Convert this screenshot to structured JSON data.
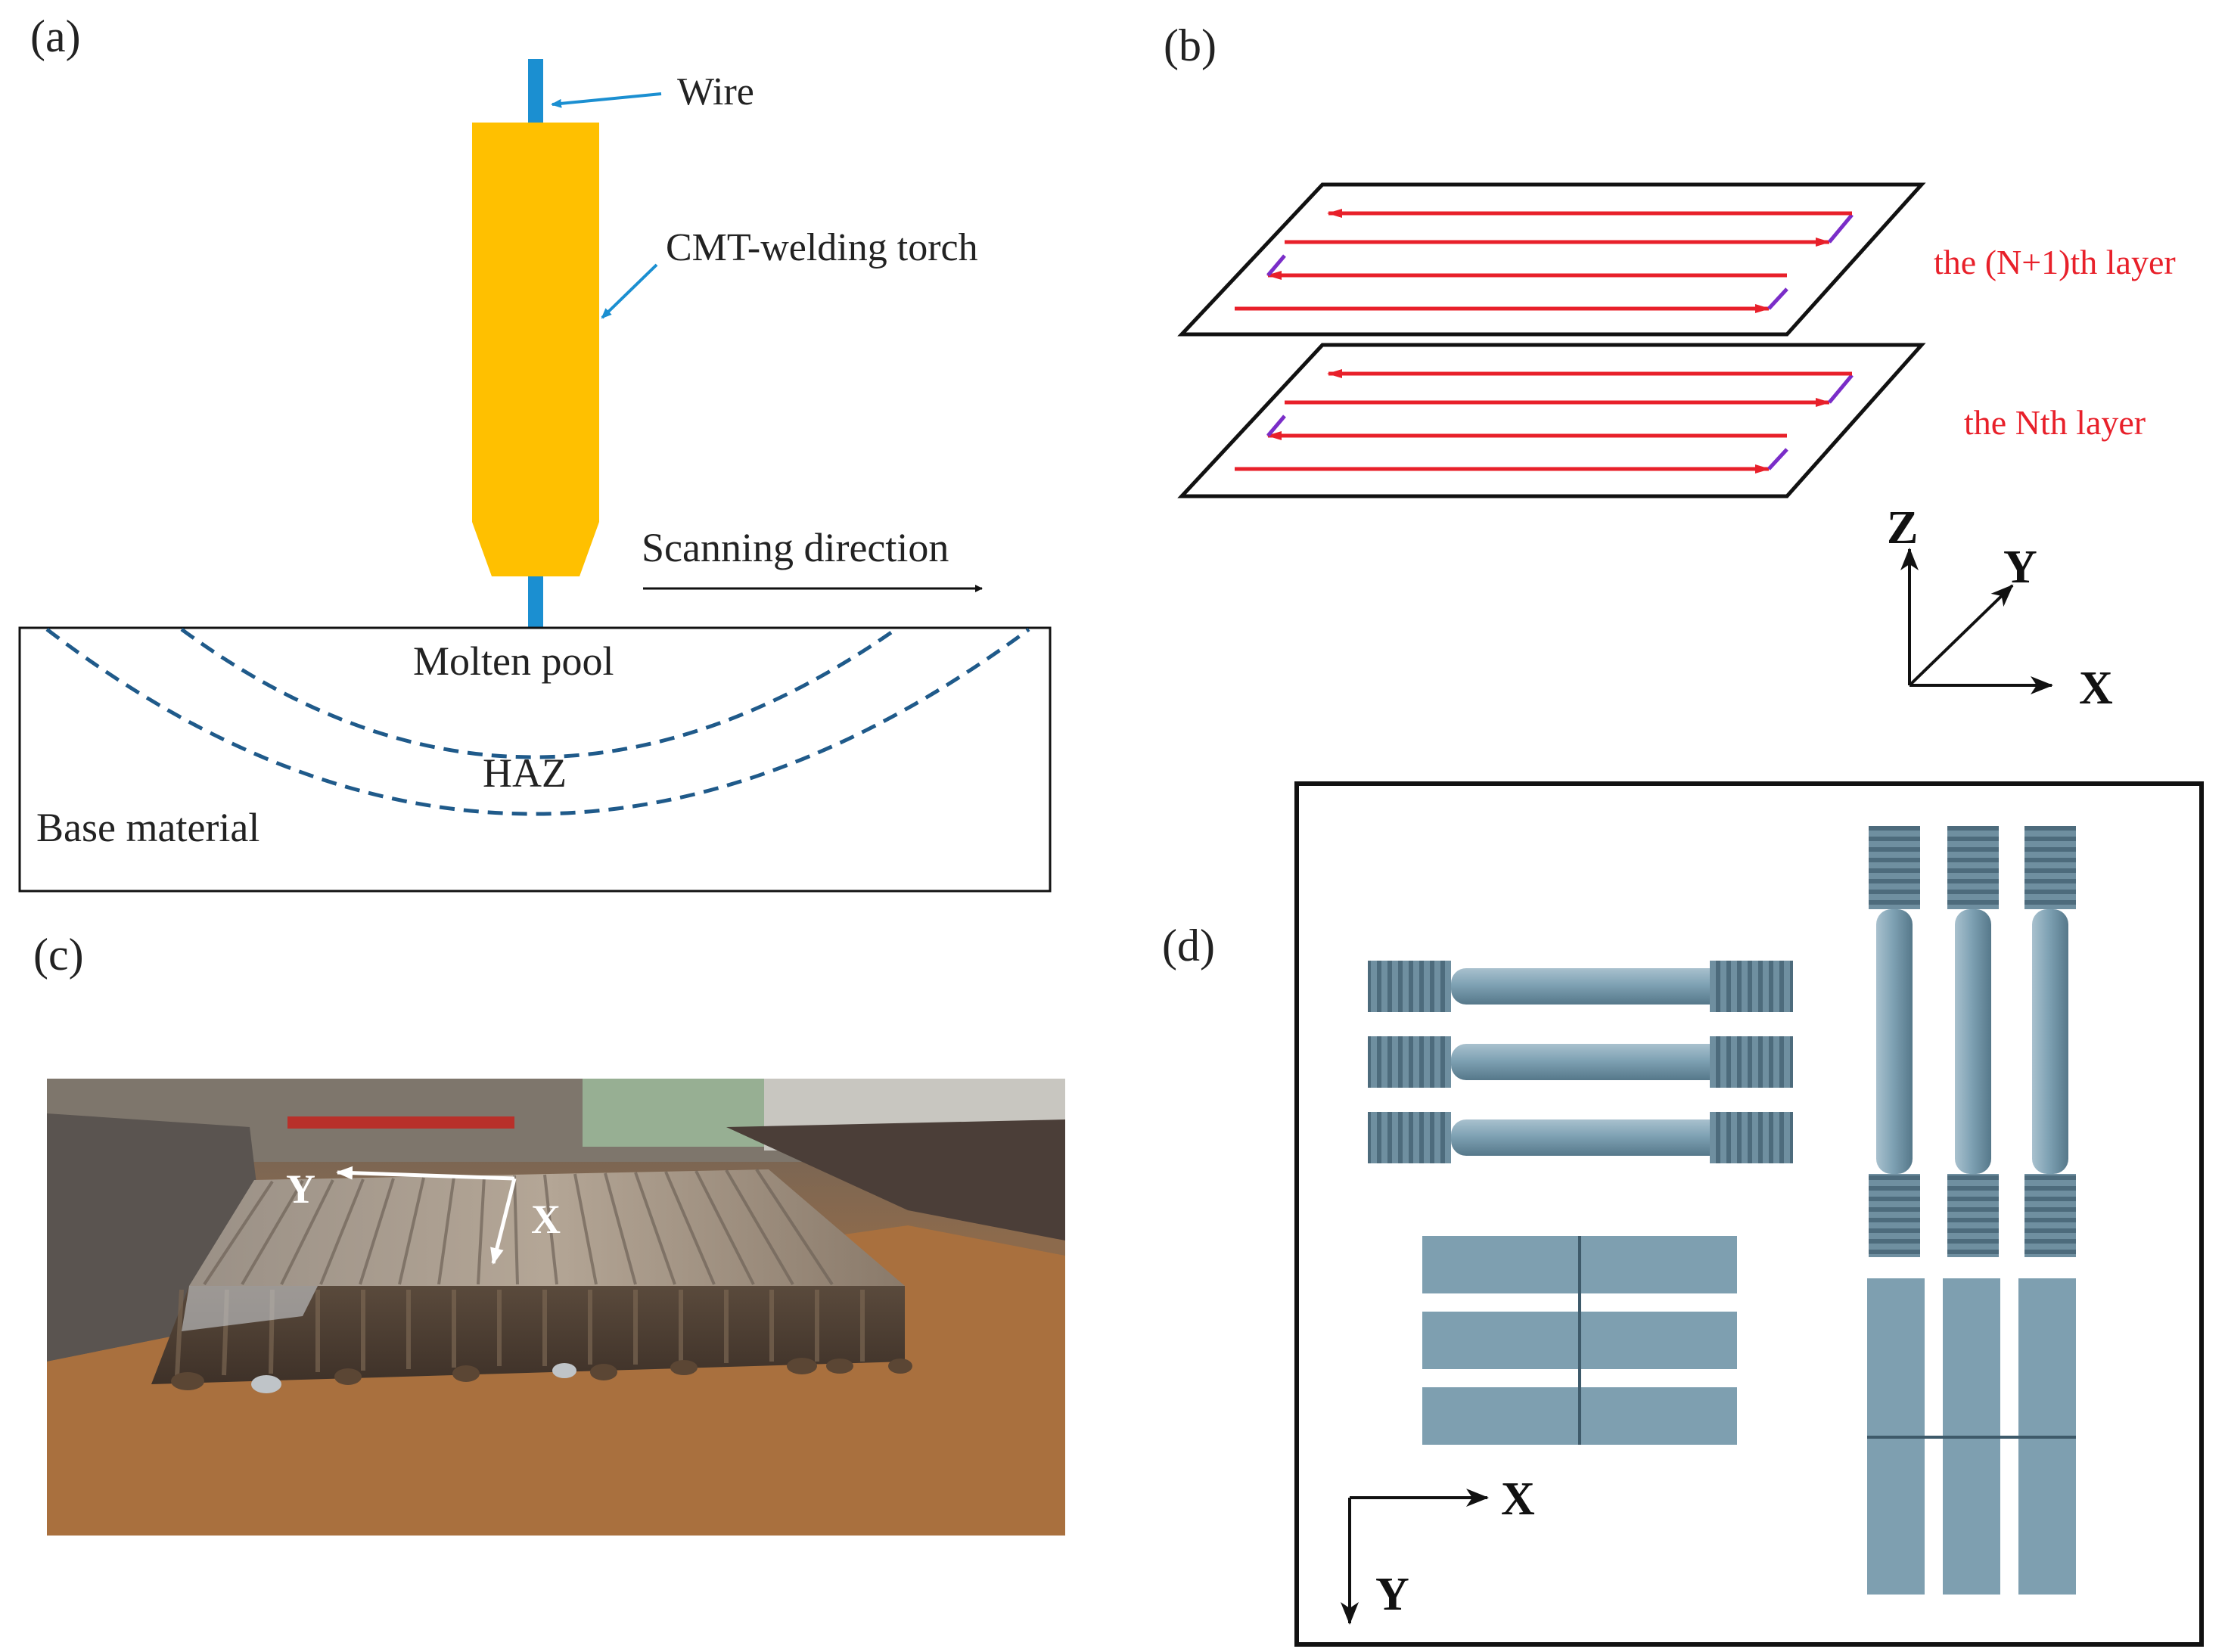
{
  "panels": {
    "a": {
      "label": "(a)",
      "wire_label": "Wire",
      "torch_label": "CMT-welding torch",
      "scan_label": "Scanning direction",
      "pool_label": "Molten pool",
      "haz_label": "HAZ",
      "base_label": "Base material"
    },
    "b": {
      "label": "(b)",
      "upper_layer_label": "the (N+1)th layer",
      "lower_layer_label": "the Nth layer",
      "axis_z": "Z",
      "axis_y": "Y",
      "axis_x": "X"
    },
    "c": {
      "label": "(c)",
      "axis_y": "Y",
      "axis_x": "X"
    },
    "d": {
      "label": "(d)",
      "axis_x": "X",
      "axis_y": "Y"
    }
  },
  "colors": {
    "wire": "#1B8FD1",
    "torch": "#FFC000",
    "dashed_zone": "#1F5A8A",
    "path_red": "#E8202A",
    "path_purple": "#7A2DC8",
    "specimen": "#7E9FB0",
    "layer_label": "#E8202A"
  }
}
